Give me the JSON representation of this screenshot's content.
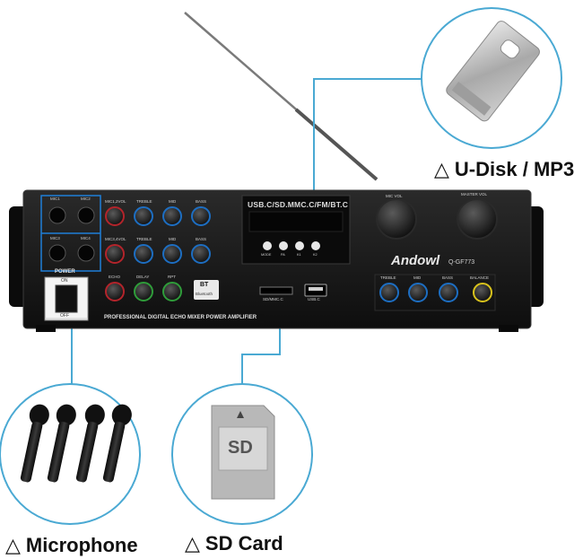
{
  "colors": {
    "accent_line": "#4aa9d3",
    "circle_border": "#4aa9d3",
    "chassis": "#141414",
    "panel": "#1c1c1c",
    "knob_blue": "#1d6ec2",
    "knob_red": "#b3242b",
    "knob_green": "#2f9c3a",
    "knob_yellow": "#d8c21c"
  },
  "captions": {
    "usb": {
      "symbol": "△",
      "text": "U-Disk / MP3"
    },
    "microphone": {
      "symbol": "△",
      "text": "Microphone"
    },
    "sd": {
      "symbol": "△",
      "text": "SD Card"
    }
  },
  "sd_card_label": "SD",
  "amplifier": {
    "display_text": "USB.C/SD.MMC.C/FM/BT.C",
    "brand": "Andowl",
    "model": "Q-GF773",
    "bottom_strip": "PROFESSIONAL DIGITAL ECHO MIXER POWER AMPLIFIER",
    "bt_badge": "BT",
    "bt_sub": "Bluetooth",
    "power_label": "POWER",
    "power_on": "ON",
    "power_off": "OFF",
    "sdmmc_label": "SD/MMC.C",
    "usb_label": "USB.C",
    "jack_labels": [
      "MIC1",
      "MIC2",
      "MIC3",
      "MIC4"
    ],
    "knob_row1_labels": [
      "MIC1,2VOL",
      "TREBLE",
      "MID",
      "BASS"
    ],
    "knob_row2_labels": [
      "MIC3,4VOL",
      "TREBLE",
      "MID",
      "BASS"
    ],
    "knob_row3_labels": [
      "ECHO",
      "DELAY",
      "RPT"
    ],
    "big_knob_labels": [
      "MIC VOL",
      "MASTER VOL"
    ],
    "button_labels": [
      "MODE",
      "PA",
      "K1",
      "K2"
    ],
    "right_knob_labels": [
      "TREBLE",
      "MID",
      "BASS",
      "BALANCE"
    ]
  }
}
